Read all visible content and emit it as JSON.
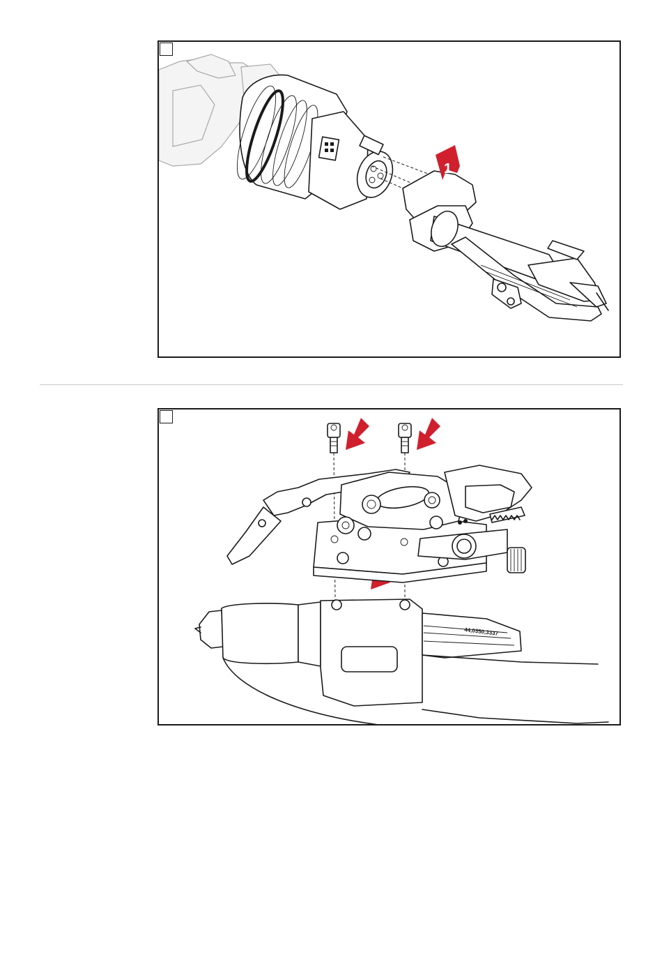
{
  "figures": [
    {
      "id": "step-1",
      "callout_label": "1",
      "accent_color": "#d0202e"
    },
    {
      "id": "step-2",
      "part_number": "44,0350,3337",
      "accent_color": "#d0202e"
    }
  ]
}
